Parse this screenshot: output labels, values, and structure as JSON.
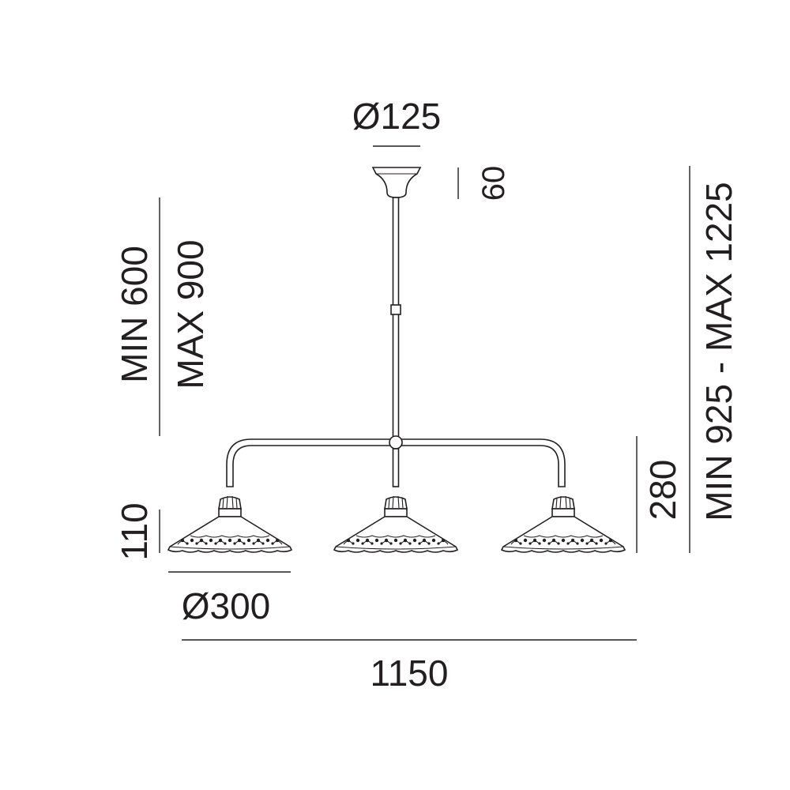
{
  "dimensions": {
    "canopy_diameter": "Ø125",
    "canopy_height": "60",
    "rod_length_min": "MIN 600",
    "rod_length_max": "MAX 900",
    "total_height": "MIN 925 - MAX 1225",
    "arm_drop": "280",
    "shade_height": "110",
    "shade_diameter": "Ø300",
    "total_width": "1150"
  },
  "colors": {
    "line": "#231f20",
    "background": "#ffffff"
  }
}
